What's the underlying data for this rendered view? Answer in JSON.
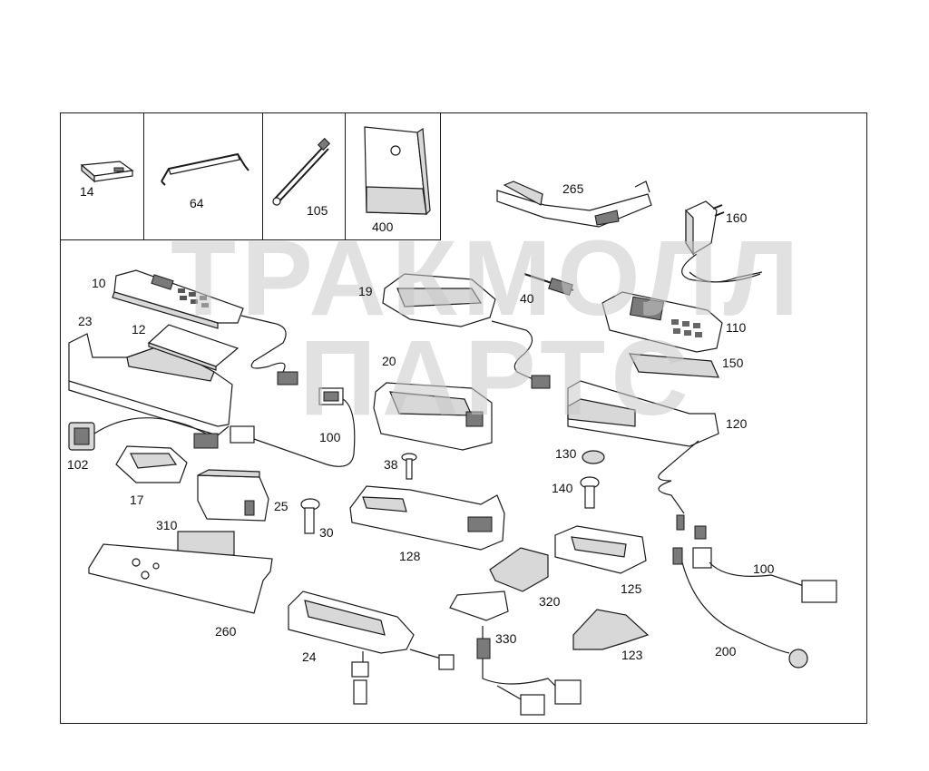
{
  "watermark": {
    "line1": "ТРАКМОЛЛ",
    "line2": "ПАРТС"
  },
  "accessory_box": [
    {
      "ref": "14"
    },
    {
      "ref": "64"
    },
    {
      "ref": "105"
    },
    {
      "ref": "400"
    }
  ],
  "parts": {
    "p265": "265",
    "p160": "160",
    "p10": "10",
    "p19": "19",
    "p40": "40",
    "p110": "110",
    "p23": "23",
    "p12": "12",
    "p150": "150",
    "p20": "20",
    "p120": "120",
    "p100a": "100",
    "p130": "130",
    "p102": "102",
    "p38": "38",
    "p17": "17",
    "p25": "25",
    "p140": "140",
    "p310": "310",
    "p30": "30",
    "p128": "128",
    "p100b": "100",
    "p320": "320",
    "p125": "125",
    "p260": "260",
    "p330": "330",
    "p200": "200",
    "p24": "24",
    "p123": "123"
  }
}
